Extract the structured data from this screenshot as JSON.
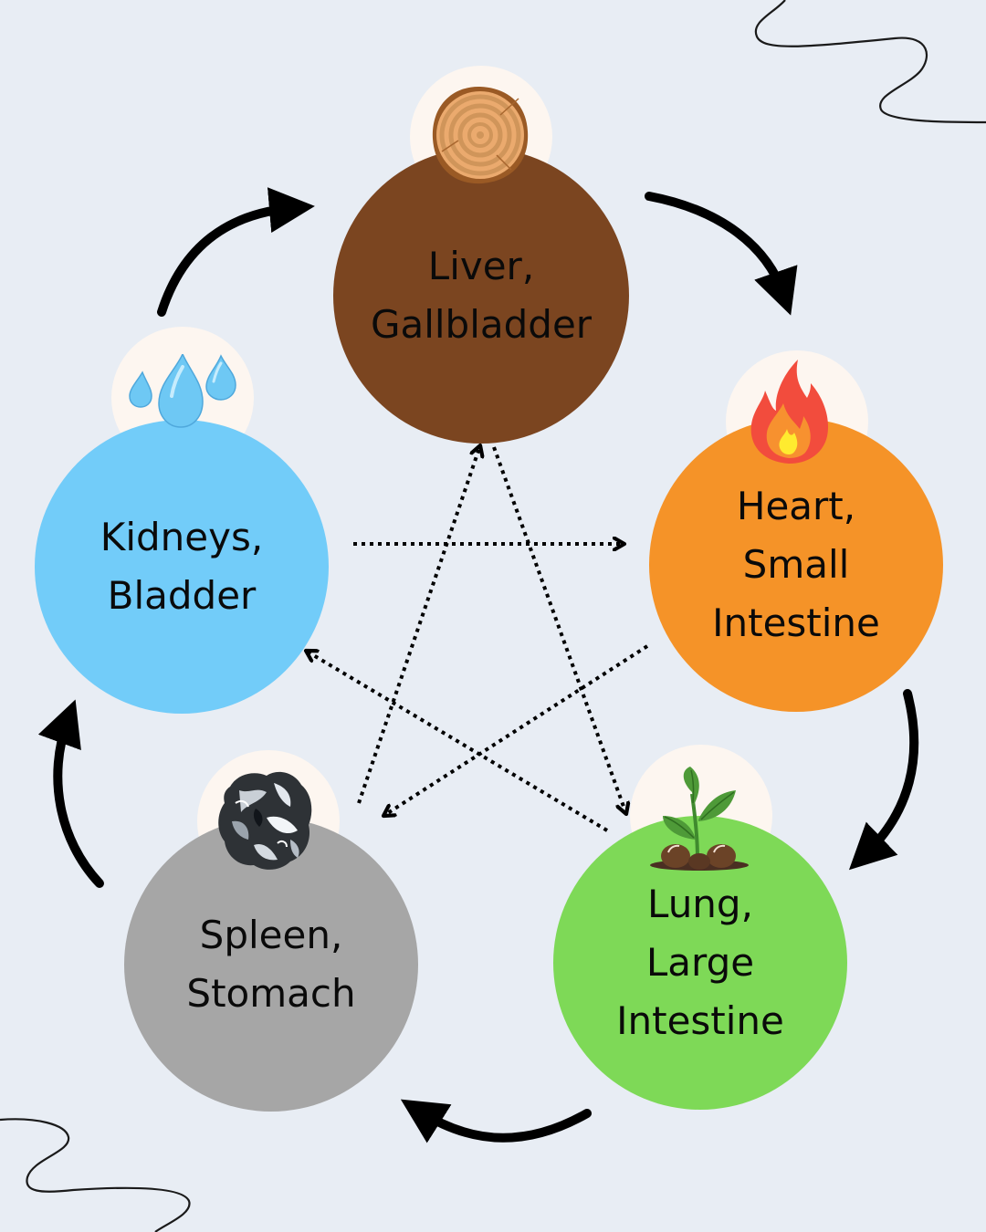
{
  "colors": {
    "background": "#E8EDF4",
    "halo": "#FDF6F0",
    "arrow": "#000000"
  },
  "nodes": [
    {
      "id": "wood",
      "element": "wood",
      "icon": "log-slice-icon",
      "color": "#7B4520",
      "lines": [
        "Liver,",
        "Gallbladder"
      ]
    },
    {
      "id": "fire",
      "element": "fire",
      "icon": "flame-icon",
      "color": "#F59328",
      "lines": [
        "Heart,",
        "Small",
        "Intestine"
      ]
    },
    {
      "id": "earth",
      "element": "earth",
      "icon": "sprout-icon",
      "color": "#7ED957",
      "lines": [
        "Lung,",
        "Large",
        "Intestine"
      ]
    },
    {
      "id": "metal",
      "element": "metal",
      "icon": "crumpled-foil-icon",
      "color": "#A6A6A6",
      "lines": [
        "Spleen,",
        "Stomach"
      ]
    },
    {
      "id": "water",
      "element": "water",
      "icon": "water-drops-icon",
      "color": "#72CCF9",
      "lines": [
        "Kidneys,",
        "Bladder"
      ]
    }
  ],
  "generating_cycle": [
    {
      "from": "Liver, Gallbladder",
      "to": "Heart, Small Intestine"
    },
    {
      "from": "Heart, Small Intestine",
      "to": "Lung, Large Intestine"
    },
    {
      "from": "Lung, Large Intestine",
      "to": "Spleen, Stomach"
    },
    {
      "from": "Spleen, Stomach",
      "to": "Kidneys, Bladder"
    },
    {
      "from": "Kidneys, Bladder",
      "to": "Liver, Gallbladder"
    }
  ],
  "control_cycle": [
    {
      "from": "Kidneys, Bladder",
      "to": "Heart, Small Intestine"
    },
    {
      "from": "Liver, Gallbladder",
      "to": "Lung, Large Intestine"
    },
    {
      "from": "Spleen, Stomach",
      "to": "Liver, Gallbladder"
    },
    {
      "from": "Heart, Small Intestine",
      "to": "Spleen, Stomach"
    },
    {
      "from": "Lung, Large Intestine",
      "to": "Kidneys, Bladder"
    }
  ]
}
